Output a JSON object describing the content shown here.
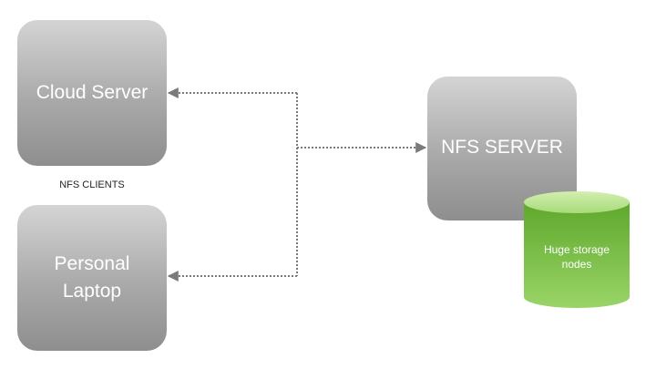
{
  "diagram": {
    "cloud_server": {
      "label": "Cloud Server"
    },
    "personal_laptop": {
      "label": "Personal\nLaptop"
    },
    "clients_caption": "NFS CLIENTS",
    "nfs_server": {
      "label": "NFS SERVER"
    },
    "storage": {
      "label": "Huge storage\nnodes"
    },
    "colors": {
      "node_top": "#d4d4d4",
      "node_bottom": "#8e8e8e",
      "storage_top": "#bde38f",
      "storage_body": "#6fb33b",
      "connector": "#7a7a7a"
    }
  }
}
